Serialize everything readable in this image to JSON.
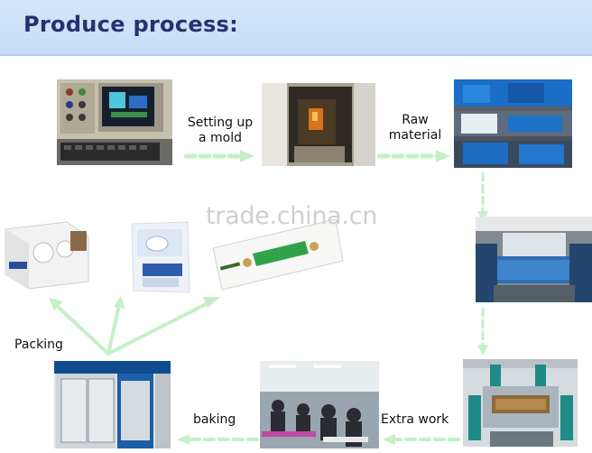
{
  "header": {
    "title": "Produce process:"
  },
  "steps": {
    "setting_up": "Setting up\na mold",
    "raw_material": "Raw\nmaterial",
    "extra_work": "Extra work",
    "baking": "baking",
    "packing": "Packing"
  },
  "watermark": "trade.china.cn",
  "colors": {
    "arrow": "#c3f0c6",
    "header_bg": "#c9dff7",
    "title": "#27316f"
  }
}
